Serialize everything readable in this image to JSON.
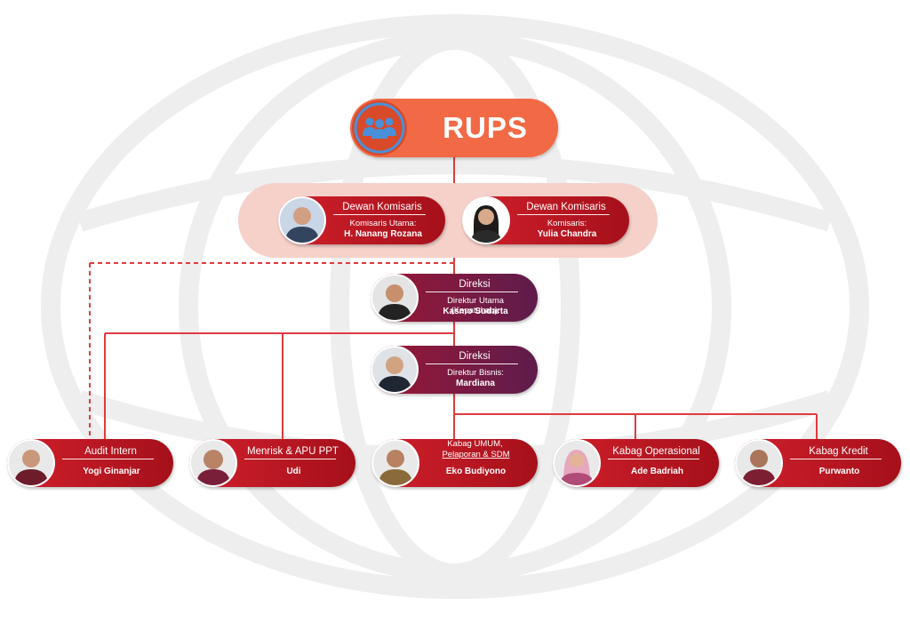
{
  "top": {
    "label": "RUPS",
    "icon": "people-group-icon"
  },
  "commissioners": [
    {
      "role": "Dewan Komisaris",
      "title": "Komisaris Utama:",
      "name": "H. Nanang Rozana"
    },
    {
      "role": "Dewan Komisaris",
      "title": "Komisaris:",
      "name": "Yulia Chandra"
    }
  ],
  "directors": [
    {
      "role": "Direksi",
      "title": "Direktur Utama (Kepatuhan):",
      "name": "Kasmo Sudarta"
    },
    {
      "role": "Direksi",
      "title": "Direktur Bisnis:",
      "name": "Mardiana"
    }
  ],
  "units": [
    {
      "role": "Audit Intern",
      "name": "Yogi Ginanjar"
    },
    {
      "role": "Menrisk & APU PPT",
      "name": "Udi"
    },
    {
      "role": "Kabag UMUM,",
      "role_line2": "Pelaporan & SDM",
      "name": "Eko Budiyono"
    },
    {
      "role": "Kabag Operasional",
      "name": "Ade Badriah"
    },
    {
      "role": "Kabag Kredit",
      "name": "Purwanto"
    }
  ],
  "colors": {
    "accent": "#d1202c",
    "dark_accent": "#a5101a",
    "purple": "#5e1c4c",
    "rups": "#f26a45",
    "board_bg": "#f6d1c9",
    "line": "#e03a3e",
    "watermark": "#eeeeee"
  }
}
